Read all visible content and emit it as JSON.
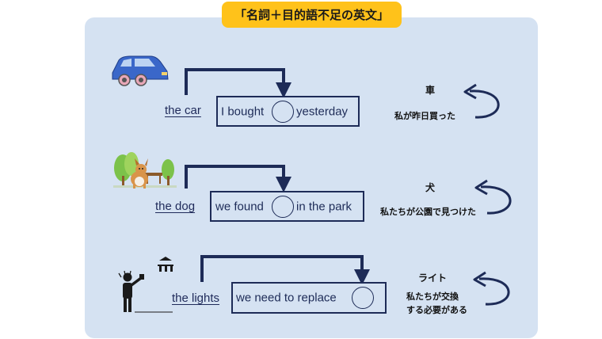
{
  "title": "「名詞＋目的語不足の英文」",
  "rows": [
    {
      "noun": "the car",
      "before": "I bought",
      "after": "yesterday",
      "word_jp": "車",
      "translation_jp": "私が昨日買った",
      "icon": "car-icon"
    },
    {
      "noun": "the dog",
      "before": "we found",
      "after": "in the park",
      "word_jp": "犬",
      "translation_jp": "私たちが公園で見つけた",
      "icon": "dog-in-park-icon"
    },
    {
      "noun": "the lights",
      "before": "we need to replace",
      "after": "",
      "word_jp": "ライト",
      "translation_jp": "私たちが交換\nする必要がある",
      "icon": "person-changing-lights-icon"
    }
  ],
  "colors": {
    "panel": "#d5e2f2",
    "badge": "#ffc21a",
    "ink": "#1d2b57"
  }
}
